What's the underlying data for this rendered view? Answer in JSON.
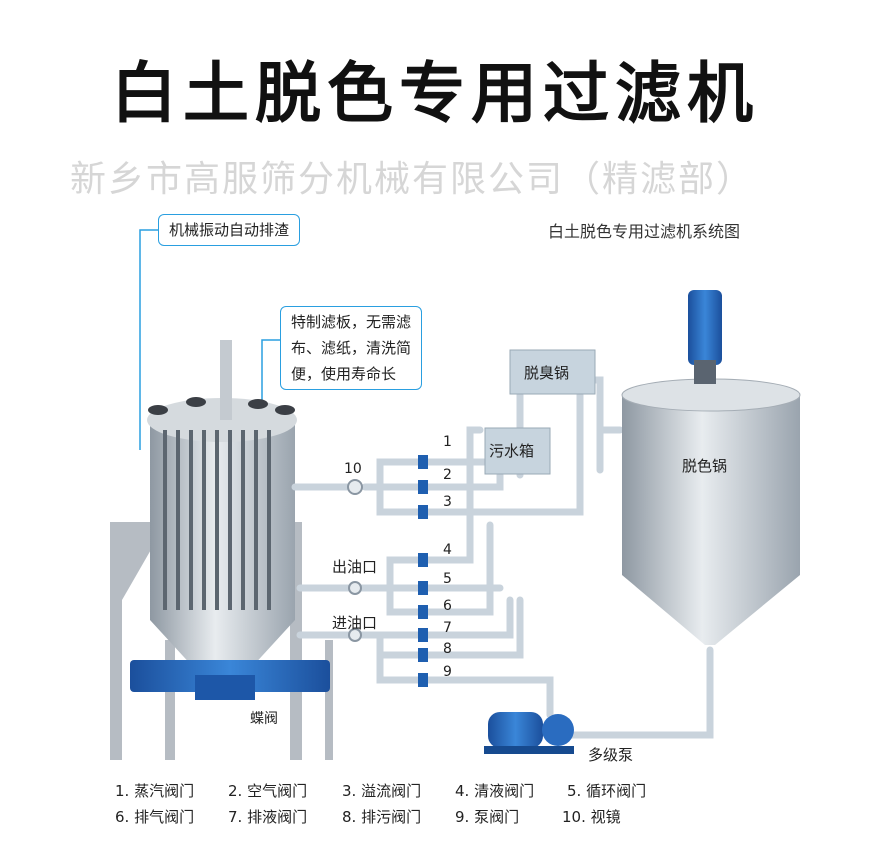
{
  "title": "白土脱色专用过滤机",
  "subtitle": "白土脱色专用过滤机系统图",
  "callouts": {
    "vibration": "机械振动自动排渣",
    "plate_line1": "特制滤板，无需滤",
    "plate_line2": "布、滤纸，清洗简",
    "plate_line3": "便，使用寿命长"
  },
  "components": {
    "deodor": "脱臭锅",
    "sewage": "污水箱",
    "decolor": "脱色锅",
    "butterfly": "蝶阀",
    "pump": "多级泵",
    "outlet": "出油口",
    "inlet": "进油口"
  },
  "valve_numbers": [
    "1",
    "2",
    "3",
    "4",
    "5",
    "6",
    "7",
    "8",
    "9",
    "10"
  ],
  "legend": [
    "1. 蒸汽阀门",
    "2. 空气阀门",
    "3. 溢流阀门",
    "4. 清液阀门",
    "5. 循环阀门",
    "6. 排气阀门",
    "7. 排液阀门",
    "8. 排污阀门",
    "9. 泵阀门",
    "10. 视镜"
  ],
  "watermark": "新乡市高服筛分机械有限公司（精滤部）",
  "colors": {
    "accent": "#2a9fe0",
    "pipe": "#c9d3dc",
    "valve": "#1f5fb0",
    "steel": "#b8c0c8"
  }
}
